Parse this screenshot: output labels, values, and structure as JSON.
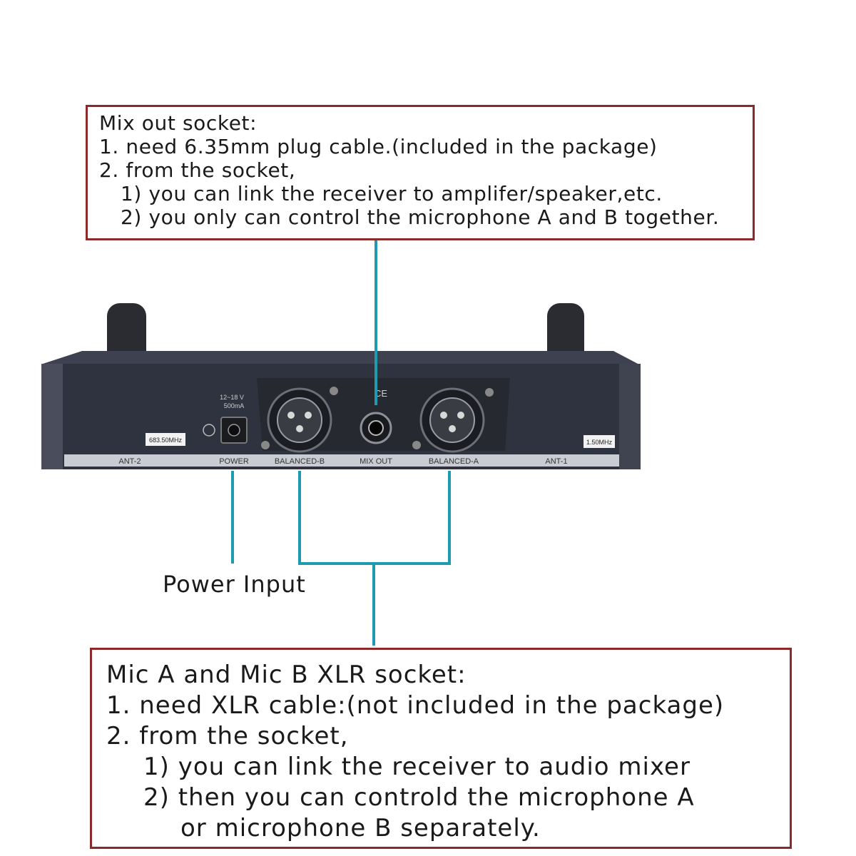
{
  "mix_out_box": {
    "title": "Mix out socket:",
    "line1": "1. need 6.35mm plug cable.(included in the package)",
    "line2": "2. from the socket,",
    "line3": "1) you can link the receiver to amplifer/speaker,etc.",
    "line4": "2) you only can control the microphone A and B together."
  },
  "power_label": "Power Input",
  "xlr_box": {
    "title": "Mic A and Mic B XLR socket:",
    "line1": "1. need XLR cable:(not included in the package)",
    "line2": "2. from the socket,",
    "line3": "1) you can link the receiver to audio mixer",
    "line4": "2) then you can controld the microphone A",
    "line5": "or microphone B separately."
  },
  "receiver": {
    "left_sticker": "683.50MHz",
    "right_sticker": "1.50MHz",
    "ant2_label": "ANT-2",
    "ant1_label": "ANT-1",
    "power_label": "POWER",
    "balanced_b_label": "BALANCED-B",
    "mix_out_label": "MIX OUT",
    "balanced_a_label": "BALANCED-A",
    "dc_rating_1": "12~18 V",
    "dc_rating_2": "500mA",
    "ce_mark": "CE"
  },
  "colors": {
    "connector_line": "#1f9bb0",
    "box_border": "#8c2a2a",
    "panel": "#2f3340"
  }
}
